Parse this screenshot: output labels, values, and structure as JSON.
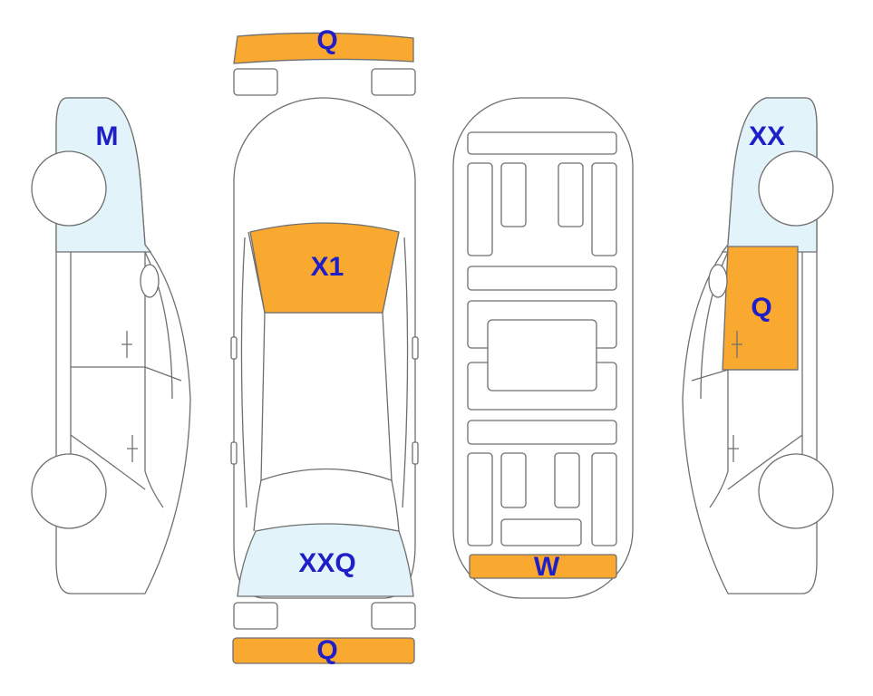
{
  "colors": {
    "damage_orange": "#f9a930",
    "light_blue": "#e3f3fa",
    "label_blue": "#1f1fc8",
    "outline": "#6f6f6f"
  },
  "zones": {
    "front_bumper": {
      "label": "Q",
      "color": "#f9a930"
    },
    "rear_bumper": {
      "label": "Q",
      "color": "#f9a930"
    },
    "windshield": {
      "label": "X1",
      "color": "#f9a930"
    },
    "rear_window": {
      "label": "XXQ",
      "color": "#e3f3fa"
    },
    "underbody_rear": {
      "label": "W",
      "color": "#f9a930"
    },
    "left_front_fender": {
      "label": "M",
      "color": "#e3f3fa"
    },
    "right_front_fender": {
      "label": "XX",
      "color": "#e3f3fa"
    },
    "right_front_door": {
      "label": "Q",
      "color": "#f9a930"
    }
  }
}
